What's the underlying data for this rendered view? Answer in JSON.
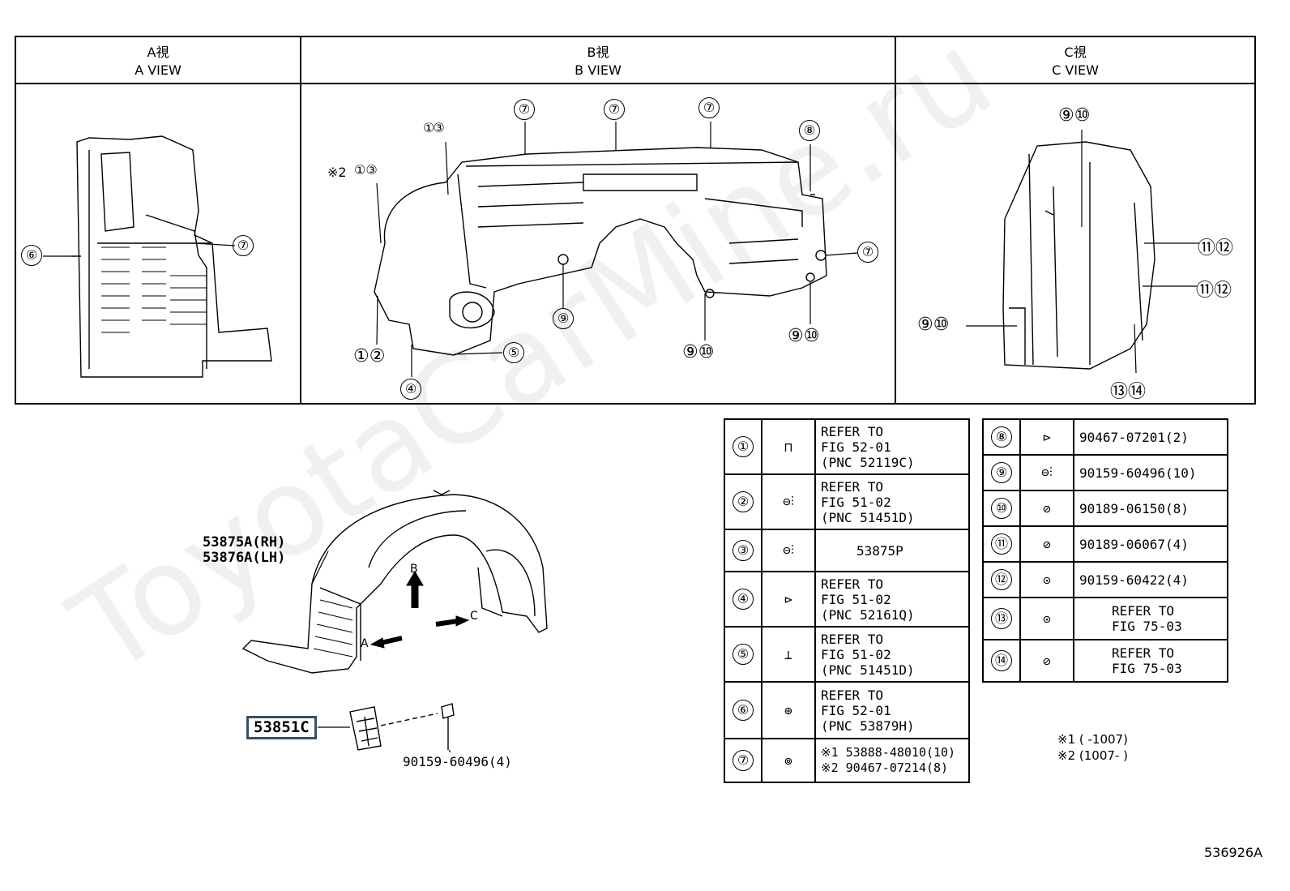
{
  "views": [
    {
      "jp": "A視",
      "en": "A VIEW"
    },
    {
      "jp": "B視",
      "en": "B VIEW"
    },
    {
      "jp": "C視",
      "en": "C VIEW"
    }
  ],
  "callouts": {
    "a_6": "⑥",
    "a_7": "⑦",
    "b_13_top": "①③",
    "b_star": "※2",
    "b_13_left": "①③",
    "b_7_1": "⑦",
    "b_7_2": "⑦",
    "b_7_3": "⑦",
    "b_8": "⑧",
    "b_7_right": "⑦",
    "b_9": "⑨",
    "b_910_a": "⑨⑩",
    "b_910_b": "⑨⑩",
    "b_12": "①②",
    "b_4": "④",
    "b_5": "⑤",
    "c_910_top": "⑨⑩",
    "c_1112_a": "⑪⑫",
    "c_1112_b": "⑪⑫",
    "c_910_left": "⑨⑩",
    "c_1314": "⑬⑭"
  },
  "main_part": {
    "label": "53875A(RH)\n53876A(LH)",
    "arrow_a": "A",
    "arrow_b": "B",
    "arrow_c": "C"
  },
  "small_part": {
    "label": "53851C",
    "bolt": "90159-60496(4)"
  },
  "table_left": [
    {
      "no": "①",
      "text": "REFER TO\nFIG 52-01\n(PNC 52119C)"
    },
    {
      "no": "②",
      "text": "REFER TO\nFIG 51-02\n(PNC 51451D)"
    },
    {
      "no": "③",
      "text": "53875P"
    },
    {
      "no": "④",
      "text": "REFER TO\nFIG 51-02\n(PNC 52161Q)"
    },
    {
      "no": "⑤",
      "text": "REFER TO\nFIG 51-02\n(PNC 51451D)"
    },
    {
      "no": "⑥",
      "text": "REFER TO\nFIG 52-01\n(PNC 53879H)"
    },
    {
      "no": "⑦",
      "text": "※1 53888-48010(10)\n※2 90467-07214(8)"
    }
  ],
  "table_right": [
    {
      "no": "⑧",
      "text": "90467-07201(2)"
    },
    {
      "no": "⑨",
      "text": "90159-60496(10)"
    },
    {
      "no": "⑩",
      "text": "90189-06150(8)"
    },
    {
      "no": "⑪",
      "text": "90189-06067(4)"
    },
    {
      "no": "⑫",
      "text": "90159-60422(4)"
    },
    {
      "no": "⑬",
      "text": "REFER TO\nFIG 75-03"
    },
    {
      "no": "⑭",
      "text": "REFER TO\nFIG 75-03"
    }
  ],
  "notes": {
    "n1": "※1 (      -1007)",
    "n2": "※2 (1007-      )"
  },
  "figure_id": "536926A",
  "watermark": "ToyotaCarMine.ru"
}
